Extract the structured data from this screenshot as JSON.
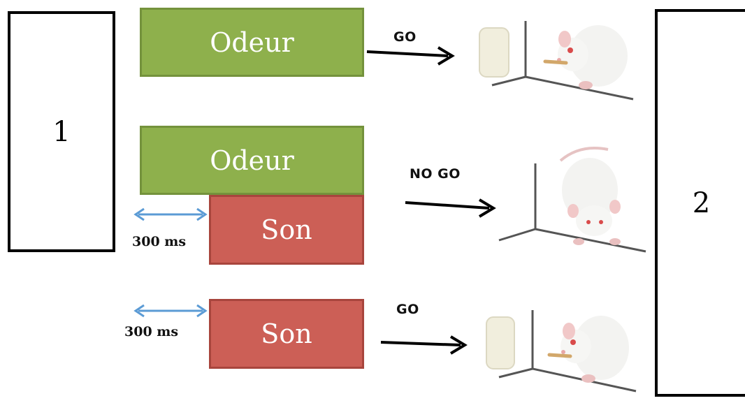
{
  "left_box": {
    "label": "1"
  },
  "right_box": {
    "label": "2"
  },
  "rows": [
    {
      "boxes": [
        "Odeur"
      ],
      "response": "GO"
    },
    {
      "boxes": [
        "Odeur",
        "Son"
      ],
      "delay": "300 ms",
      "response": "NO GO"
    },
    {
      "boxes": [
        "Son"
      ],
      "delay": "300 ms",
      "response": "GO"
    }
  ],
  "colors": {
    "odeur": "#8eb04c",
    "son": "#cc5f56",
    "delay_arrow": "#5b9bd5"
  },
  "icons": [
    "rat-with-reward-icon",
    "rat-no-reward-icon",
    "rat-with-reward-icon"
  ]
}
